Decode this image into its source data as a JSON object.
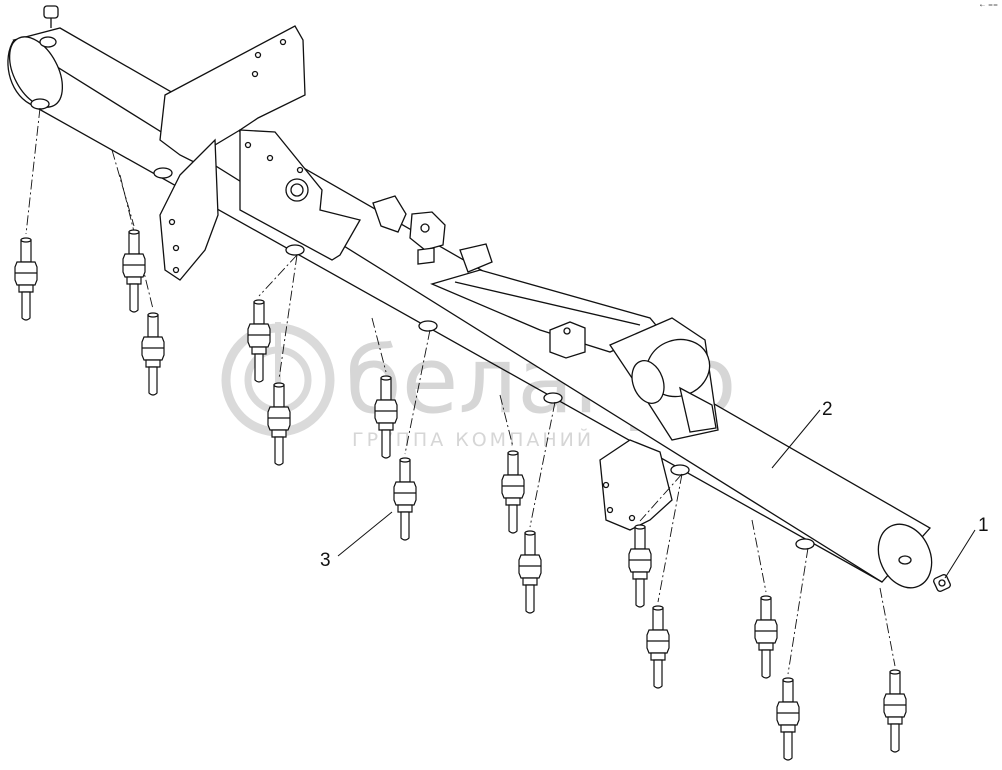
{
  "watermark": {
    "brand": "белагро",
    "subtitle": "ГРУППА КОМПАНИЙ"
  },
  "corner_mark": "⇠  ==",
  "callouts": [
    {
      "id": "1",
      "label": "1"
    },
    {
      "id": "2",
      "label": "2"
    },
    {
      "id": "3",
      "label": "3"
    }
  ],
  "colors": {
    "line": "#111111",
    "watermark": "#d6d6d6",
    "background": "#ffffff"
  }
}
